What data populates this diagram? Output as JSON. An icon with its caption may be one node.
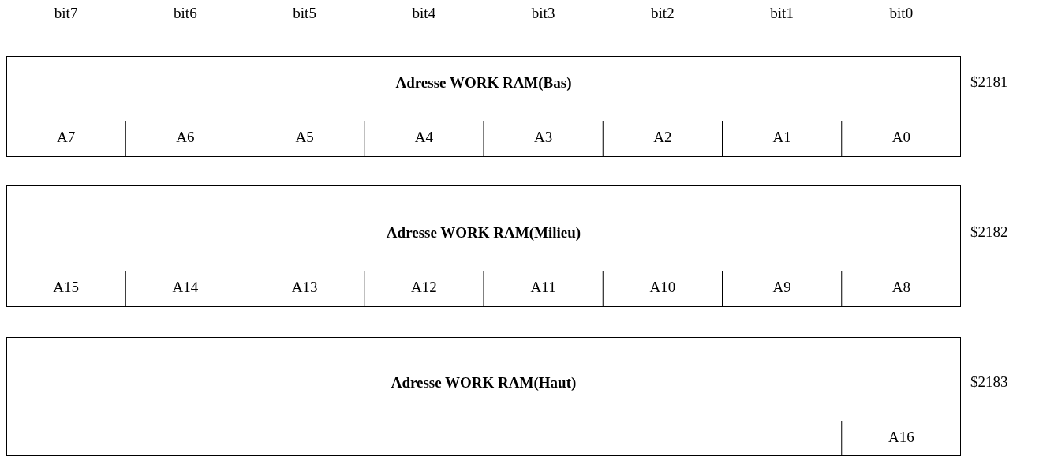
{
  "diagram": {
    "nodes": [
      {
        "text": [
          "Adresse WORK RAM(Bas)"
        ],
        "beside": [
          "$2181"
        ]
      },
      {
        "text": [
          "Adresse WORK RAM(Milieu)"
        ],
        "beside": [
          "$2182"
        ]
      },
      {
        "text": [
          "Adresse WORK RAM(Haut)"
        ],
        "beside": [
          "$2183"
        ]
      }
    ],
    "labels": [
      "bit7",
      "bit6",
      "bit5",
      "bit4",
      "bit3",
      "bit2",
      "bit1",
      "bit0",
      "A7",
      "A6",
      "A5",
      "A4",
      "A3",
      "A2",
      "A1",
      "A0",
      "A15",
      "A14",
      "A13",
      "A12",
      "A11",
      "A10",
      "A9",
      "A8",
      "A16"
    ]
  }
}
